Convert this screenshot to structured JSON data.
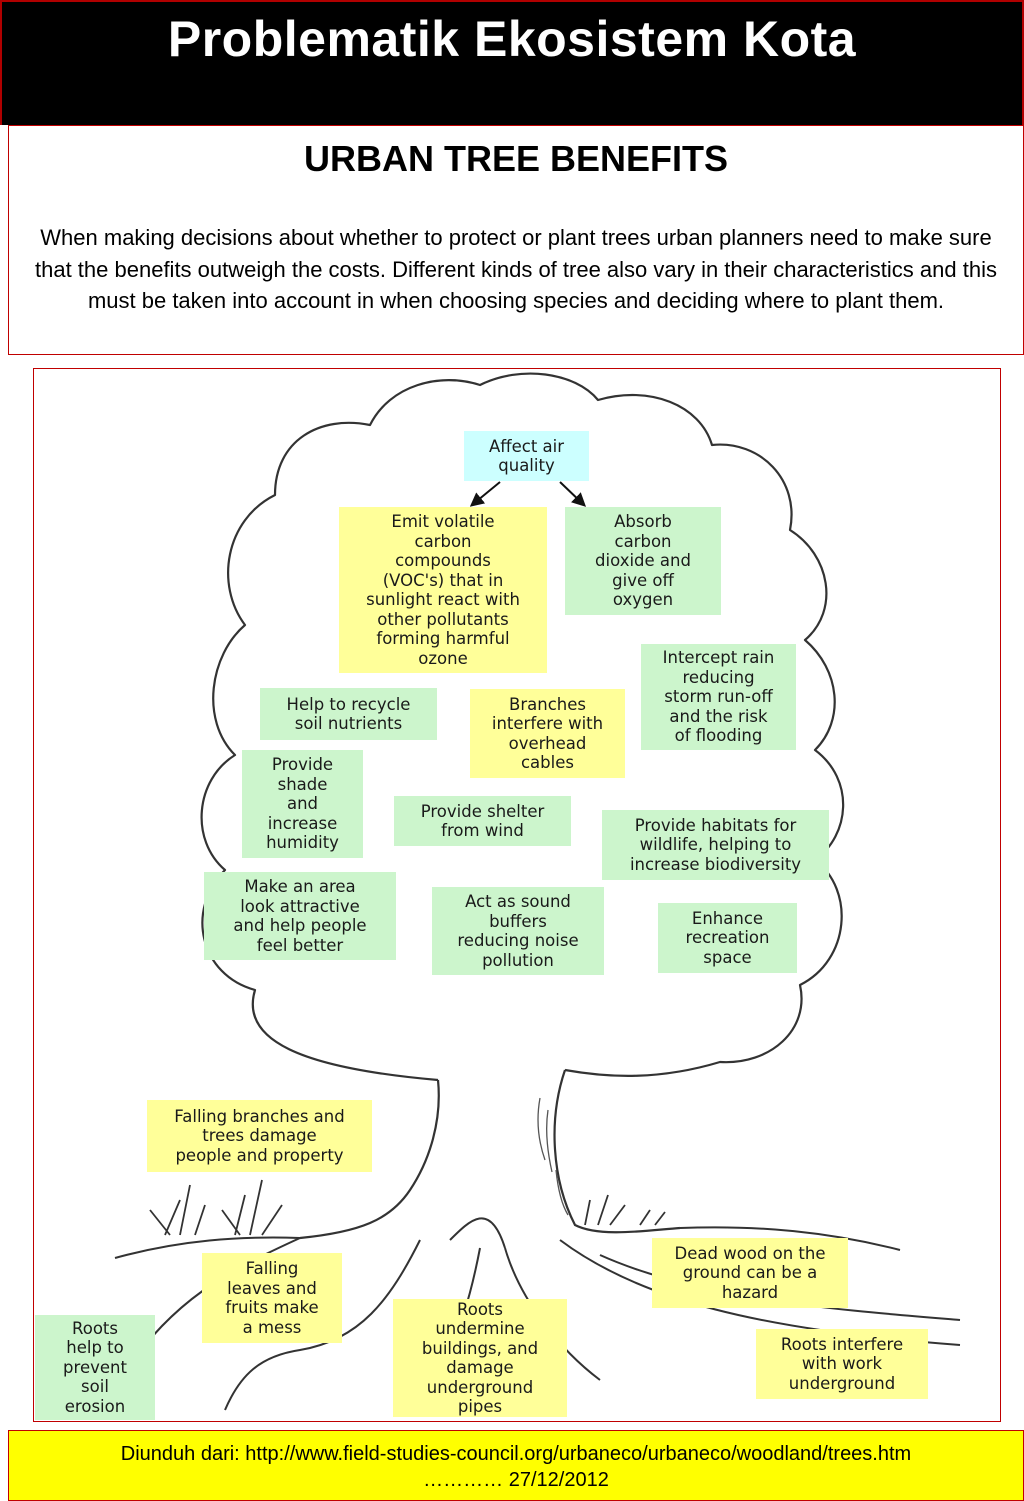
{
  "header": {
    "title": "Problematik Ekosistem Kota"
  },
  "intro": {
    "heading": "URBAN TREE BENEFITS",
    "body": "When making decisions about whether to protect or plant trees urban planners need to make sure that the benefits outweigh the costs. Different kinds of tree also vary in their characteristics and this must be taken into account in when choosing species and deciding where to plant them."
  },
  "diagram": {
    "colors": {
      "benefit": "#ccf5cc",
      "cost": "#ffff99",
      "topic": "#ccffff",
      "frame": "#c00000"
    },
    "boxes": {
      "air_quality": "Affect air\nquality",
      "voc": "Emit volatile\ncarbon\ncompounds\n(VOC's) that in\nsunlight react with\nother pollutants\nforming harmful\nozone",
      "absorb_co2": "Absorb\ncarbon\ndioxide and\ngive off\noxygen",
      "intercept_rain": "Intercept rain\nreducing\nstorm run-off\nand the risk\nof flooding",
      "recycle_nutrients": "Help to recycle\nsoil nutrients",
      "branches_cables": "Branches\ninterfere with\noverhead\ncables",
      "shade_humidity": "Provide\nshade\nand\nincrease\nhumidity",
      "shelter_wind": "Provide shelter\nfrom wind",
      "habitats": "Provide habitats for\nwildlife, helping to\nincrease biodiversity",
      "attractive": "Make an area\nlook attractive\nand help people\nfeel better",
      "sound_buffers": "Act as sound\nbuffers\nreducing noise\npollution",
      "recreation": "Enhance\nrecreation\nspace",
      "falling_branches": "Falling branches and\ntrees damage\npeople and property",
      "dead_wood": "Dead wood on the\nground can be a\nhazard",
      "falling_leaves": "Falling\nleaves and\nfruits make\na mess",
      "roots_undermine": "Roots\nundermine\nbuildings, and\ndamage\nunderground\npipes",
      "roots_erosion": "Roots\nhelp to\nprevent\nsoil\nerosion",
      "roots_work": "Roots interfere\nwith work\nunderground"
    }
  },
  "source": {
    "line1": "Diunduh dari: http://www.field-studies-council.org/urbaneco/urbaneco/woodland/trees.htm",
    "line2": "………… 27/12/2012"
  }
}
